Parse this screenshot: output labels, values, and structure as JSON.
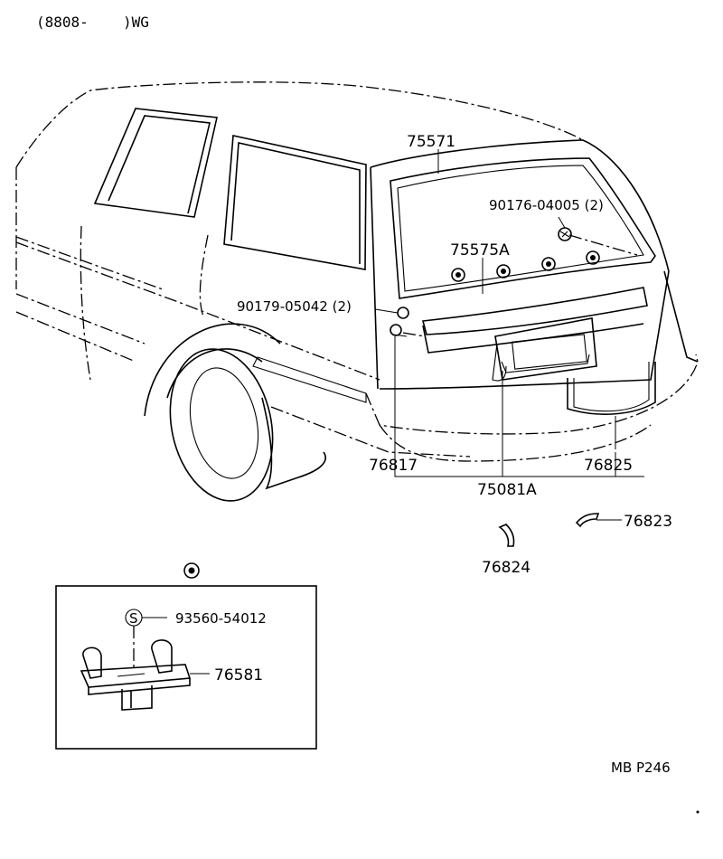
{
  "header": {
    "code_open": "(8808-",
    "code_close": ")WG"
  },
  "callouts": {
    "p75571": "75571",
    "p90176": "90176-04005 (2)",
    "p75575a": "75575A",
    "p90179": "90179-05042 (2)",
    "p76817": "76817",
    "p75081a": "75081A",
    "p76825": "76825",
    "p76823": "76823",
    "p76824": "76824"
  },
  "inset": {
    "s_mark": "S",
    "p93560": "93560-54012",
    "p76581": "76581"
  },
  "footer": {
    "page_ref": "MB  P246"
  }
}
